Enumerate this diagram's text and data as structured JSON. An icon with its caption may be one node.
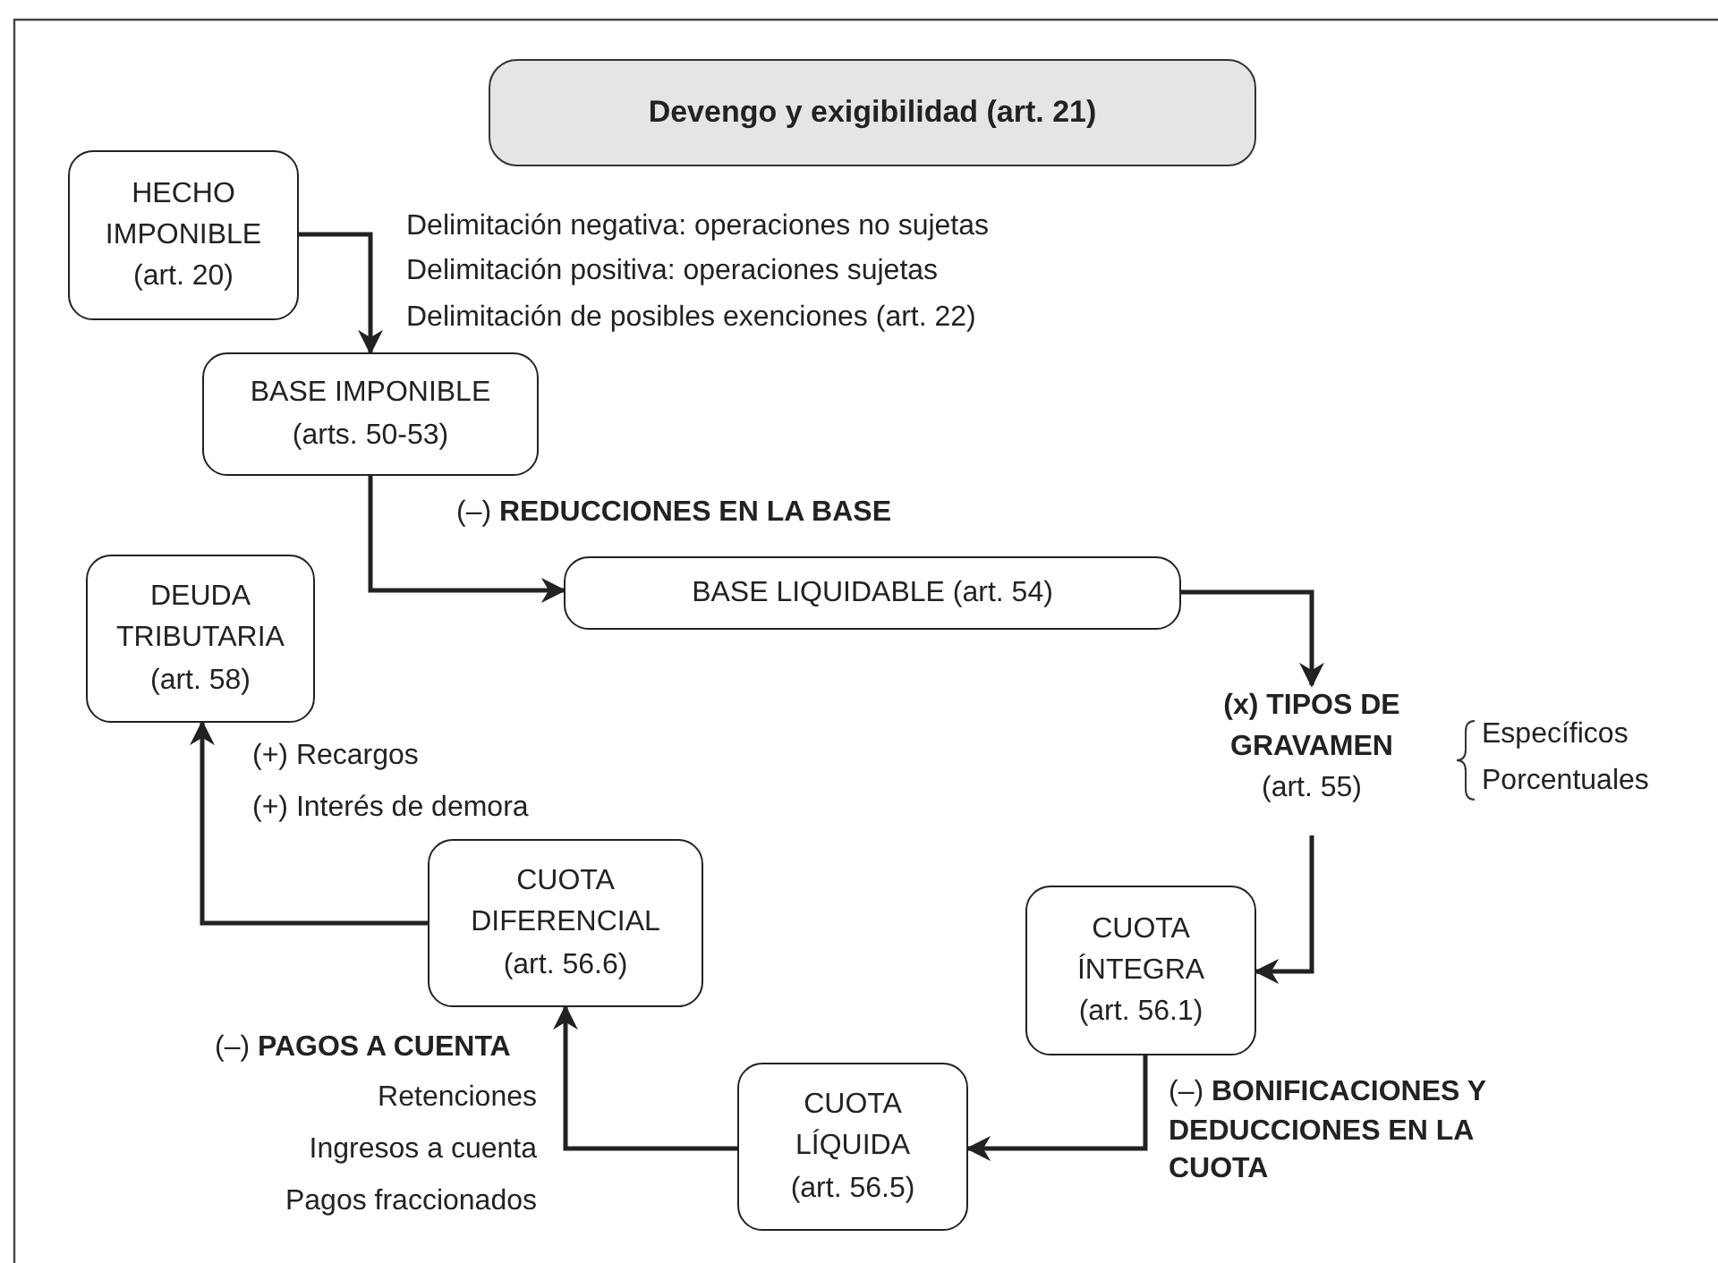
{
  "diagram": {
    "nodes": [
      {
        "text": [
          "Devengo y exigibilidad (art. 21)"
        ]
      },
      {
        "text": [
          "HECHO IMPONIBLE (art. 20)"
        ]
      },
      {
        "text": [
          "BASE IMPONIBLE (arts. 50-53)"
        ]
      },
      {
        "text": [
          "BASE LIQUIDABLE (art. 54)"
        ]
      },
      {
        "text": [
          "(x) TIPOS DE GRAVAMEN",
          "(art. 55)"
        ]
      },
      {
        "text": [
          "CUOTA ÍNTEGRA (art. 56.1)"
        ]
      },
      {
        "text": [
          "CUOTA LÍQUIDA (art. 56.5)"
        ]
      },
      {
        "text": [
          "CUOTA DIFERENCIAL (art. 56.6)"
        ]
      },
      {
        "text": [
          "DEUDA TRIBUTARIA (art. 58)"
        ]
      }
    ],
    "edges": [
      {
        "from": 1,
        "to": 2,
        "arrow": "to"
      },
      {
        "from": 2,
        "to": 3,
        "arrow": "to",
        "label": "(–) **REDUCCIONES EN LA BASE**"
      },
      {
        "from": 3,
        "to": 4,
        "arrow": "to"
      },
      {
        "from": 4,
        "to": 5,
        "arrow": "to"
      },
      {
        "from": 5,
        "to": 6,
        "arrow": "to",
        "label": "(–) **BONIFICACIONES Y DEDUCCIONES EN LA CUOTA**"
      },
      {
        "from": 6,
        "to": 7,
        "arrow": "to",
        "label": "(–) **PAGOS A CUENTA**"
      },
      {
        "from": 7,
        "to": 8,
        "arrow": "to"
      }
    ],
    "labels": [
      "Delimitación negativa: operaciones no sujetas",
      "Delimitación positiva: operaciones sujetas",
      "Delimitación de posibles exenciones (art. 22)",
      "(+) Recargos",
      "(+) Interés de demora",
      "Específicos",
      "Porcentuales",
      "Retenciones",
      "Ingresos a cuenta",
      "Pagos fraccionados"
    ]
  }
}
